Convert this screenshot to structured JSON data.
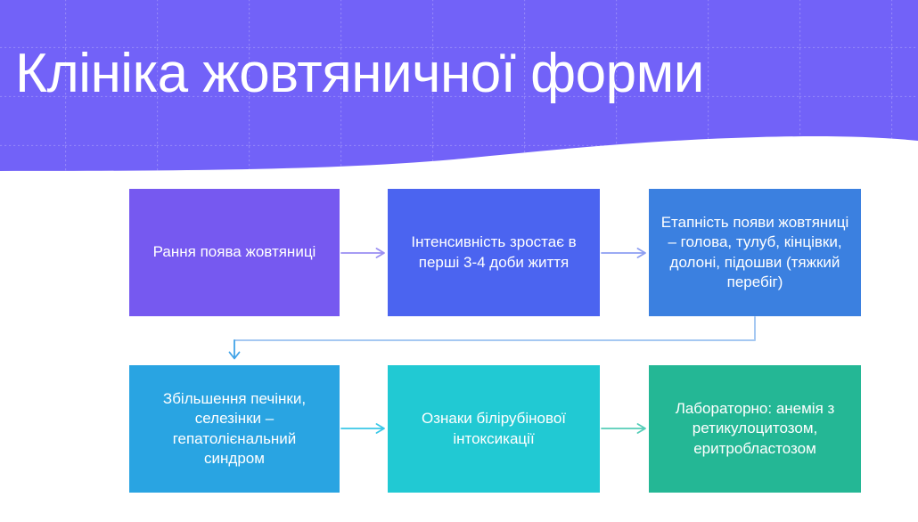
{
  "slide": {
    "title": "Клініка жовтяничної форми",
    "colors": {
      "background": "#ffffff",
      "header_bg": "#7262f8",
      "header_grid_line": "#ffffff",
      "title_text": "#ffffff",
      "box_text": "#ffffff"
    },
    "flowchart": {
      "boxes": [
        {
          "id": 1,
          "text": "Рання поява жовтяниці",
          "color": "#7659f0"
        },
        {
          "id": 2,
          "text": "Інтенсивність зростає в перші 3-4 доби життя",
          "color": "#4b64f0"
        },
        {
          "id": 3,
          "text": "Етапність появи жовтяниці – голова, тулуб, кінцівки, долоні, підошви (тяжкий перебіг)",
          "color": "#3b80e0"
        },
        {
          "id": 4,
          "text": "Збільшення печінки, селезінки – гепатолієнальний синдром",
          "color": "#29a4e2"
        },
        {
          "id": 5,
          "text": "Ознаки білірубінової інтоксикації",
          "color": "#21c9d3"
        },
        {
          "id": 6,
          "text": "Лабораторно: анемія з ретикулоцитозом, еритробластозом",
          "color": "#24b795"
        }
      ],
      "connectors": [
        {
          "from": 1,
          "to": 2,
          "type": "straight-right-arrow",
          "color": "#9a8ff2"
        },
        {
          "from": 2,
          "to": 3,
          "type": "straight-right-arrow",
          "color": "#8d9ef2"
        },
        {
          "from": 3,
          "to": 4,
          "type": "elbow-down-arrow",
          "color": "#a5c8f2",
          "arrow_color": "#41a4e8"
        },
        {
          "from": 4,
          "to": 5,
          "type": "straight-right-arrow",
          "color": "#3ac8e8"
        },
        {
          "from": 5,
          "to": 6,
          "type": "straight-right-arrow",
          "color": "#55cdb8"
        }
      ]
    }
  }
}
